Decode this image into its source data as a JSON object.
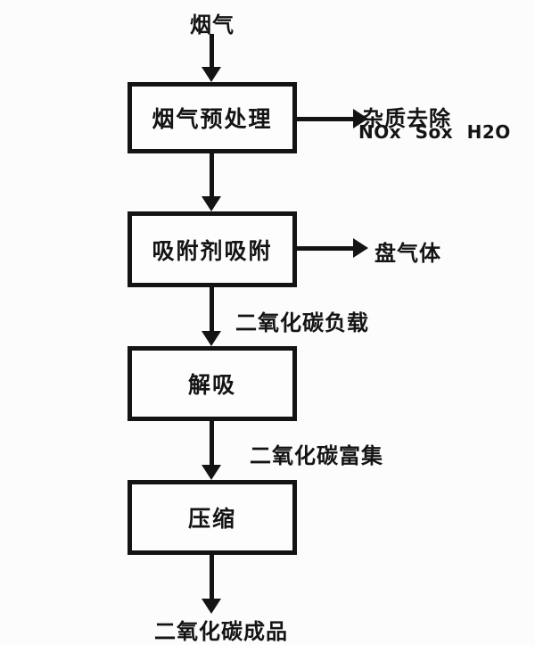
{
  "diagram": {
    "description": "CO2 capture process flowchart",
    "nodes": {
      "source_label": "烟气",
      "pretreatment": "烟气预处理",
      "adsorption": "吸附剂吸附",
      "desorption": "解吸",
      "compression": "压缩",
      "product_label": "二氧化碳成品"
    },
    "side_outputs": {
      "impurity_removal_line1": "杂质去除",
      "impurity_removal_line2": "NOx Sox H2O",
      "vent_gas": "盘气体"
    },
    "edge_labels": {
      "co2_loaded": "二氧化碳负载",
      "co2_enriched": "二氧化碳富集"
    },
    "colors": {
      "line": "#141414",
      "background": "#fcfcfc"
    }
  }
}
